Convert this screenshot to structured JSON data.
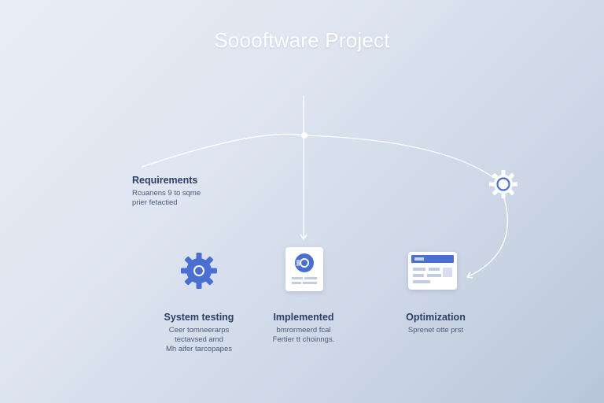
{
  "title": "Soooftware Project",
  "colors": {
    "accent": "#4a6fd4",
    "line": "#ffffff",
    "text_dark": "#2c3e66"
  },
  "nodes": {
    "requirements": {
      "title": "Requirements",
      "desc": [
        "Rcuanens 9 to sqme",
        "prier fetactied"
      ]
    },
    "system_testing": {
      "title": "System testing",
      "desc": [
        "Ceer tomneerarps",
        "tectavsed amd",
        "Mh aifer tarcopapes"
      ],
      "icon": "gear-icon"
    },
    "implemented": {
      "title": "Implemented",
      "desc": [
        "bmrormeerd fcal",
        "Fertier tt choinngs."
      ],
      "icon": "app-window-icon"
    },
    "optimization": {
      "title": "Optimization",
      "desc": [
        "Sprenet otte prst"
      ],
      "icon": "browser-window-icon"
    },
    "settings": {
      "icon": "settings-gear-icon"
    }
  }
}
